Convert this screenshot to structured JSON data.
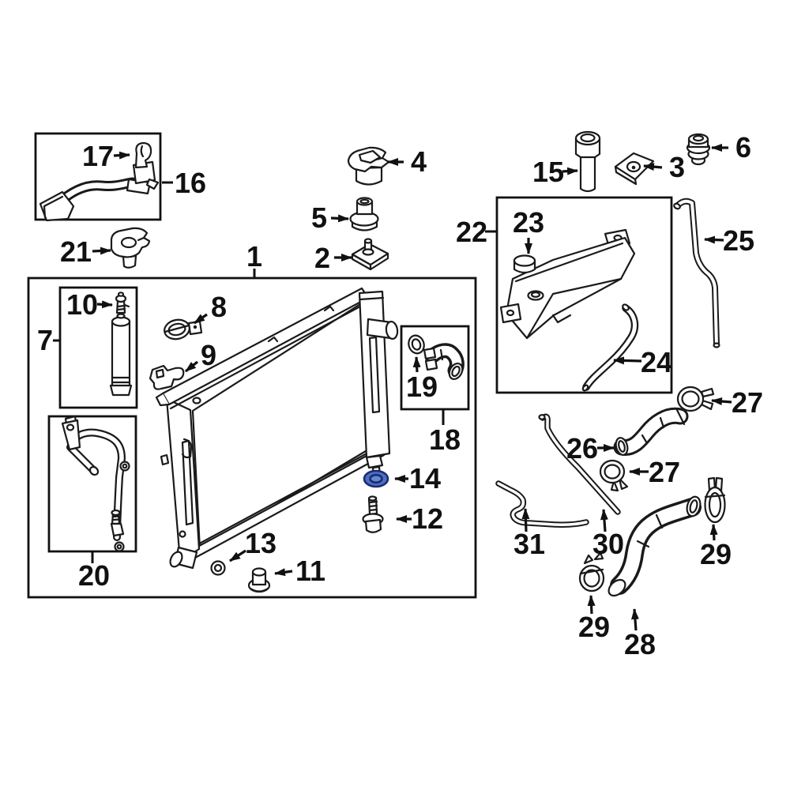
{
  "diagram": {
    "type": "exploded-parts-diagram",
    "highlighted_callout": "14",
    "highlight": {
      "fill": "#4a6fc4",
      "inner": "#6487d2",
      "stroke": "#1d2b6e"
    },
    "line_color": "#1a1a1a",
    "background": "#ffffff"
  },
  "callouts": {
    "c1": "1",
    "c2": "2",
    "c3": "3",
    "c4": "4",
    "c5": "5",
    "c6": "6",
    "c7": "7",
    "c8": "8",
    "c9": "9",
    "c10": "10",
    "c11": "11",
    "c12": "12",
    "c13": "13",
    "c14": "14",
    "c15": "15",
    "c16": "16",
    "c17": "17",
    "c18": "18",
    "c19": "19",
    "c20": "20",
    "c21": "21",
    "c22": "22",
    "c23": "23",
    "c24": "24",
    "c25": "25",
    "c26": "26",
    "c27a": "27",
    "c27b": "27",
    "c28": "28",
    "c29a": "29",
    "c29b": "29",
    "c30": "30",
    "c31": "31"
  }
}
